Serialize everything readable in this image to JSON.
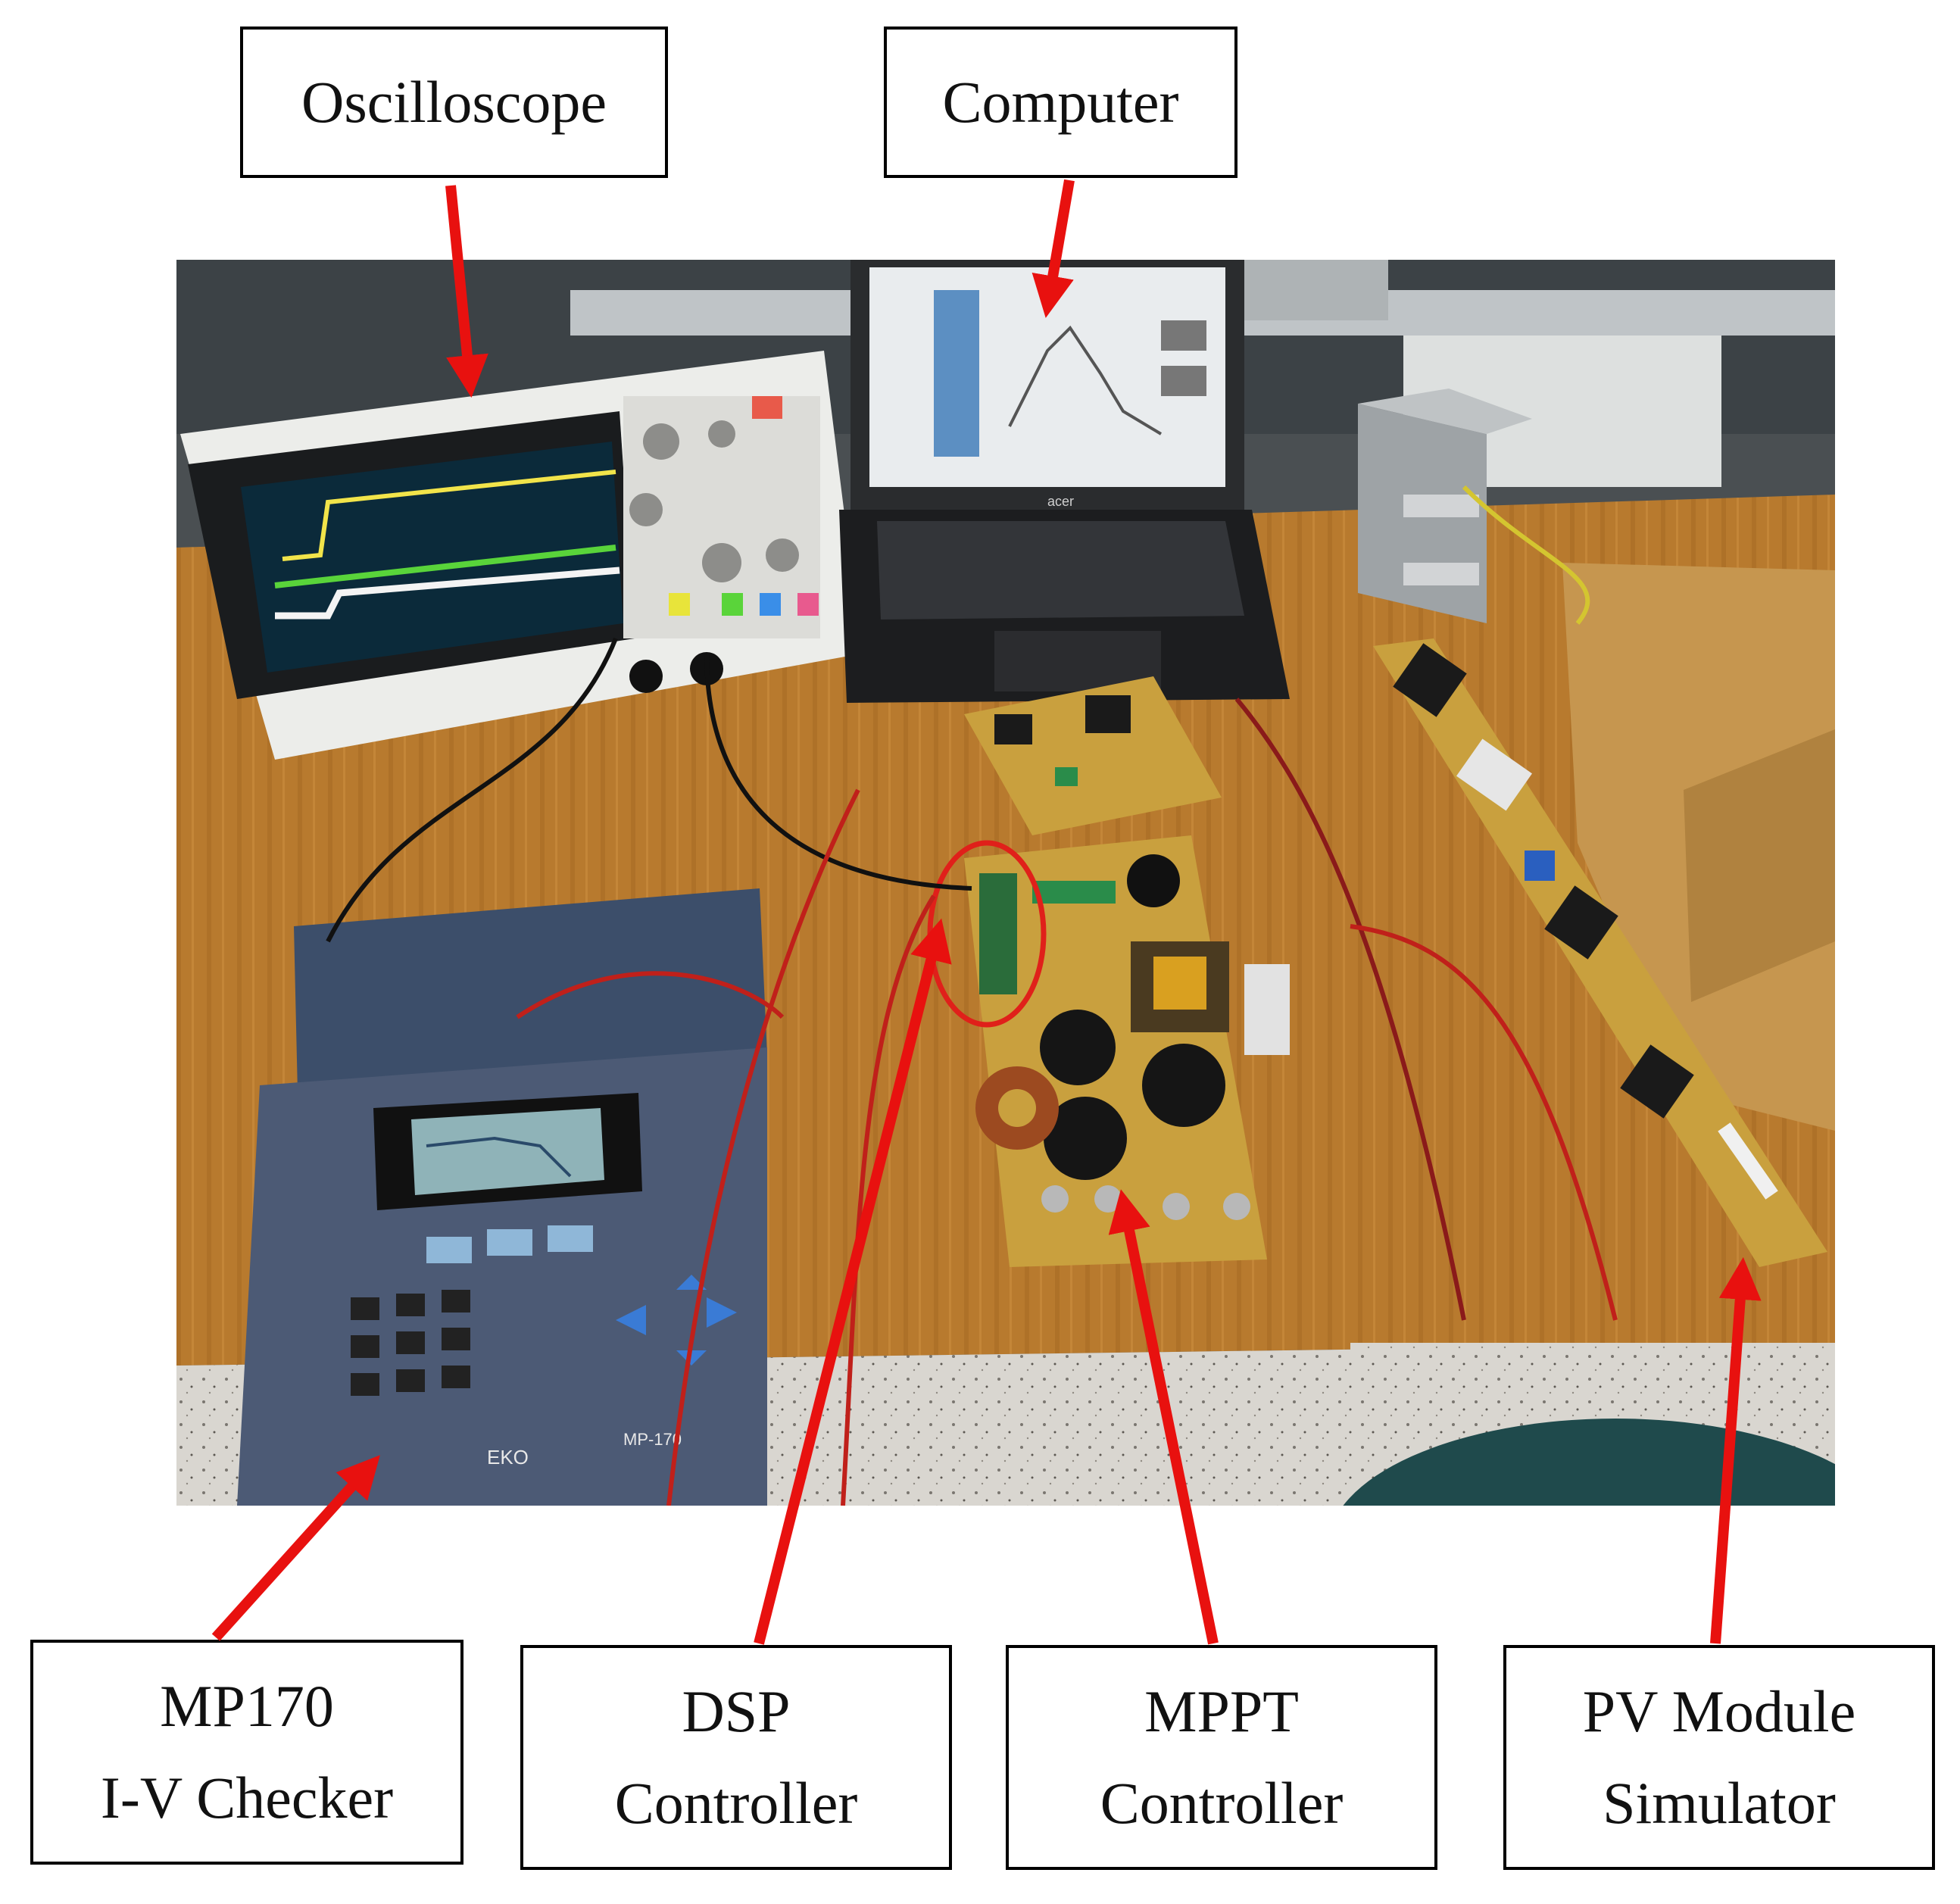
{
  "figure": {
    "labels": {
      "oscilloscope": [
        "Oscilloscope"
      ],
      "computer": [
        "Computer"
      ],
      "iv_checker": [
        "MP170",
        "I-V Checker"
      ],
      "dsp": [
        "DSP",
        "Controller"
      ],
      "mppt": [
        "MPPT",
        "Controller"
      ],
      "pv": [
        "PV Module",
        "Simulator"
      ]
    },
    "device_text": {
      "laptop_brand": "acer",
      "checker_brand": "EKO",
      "checker_model": "MP-170"
    }
  }
}
